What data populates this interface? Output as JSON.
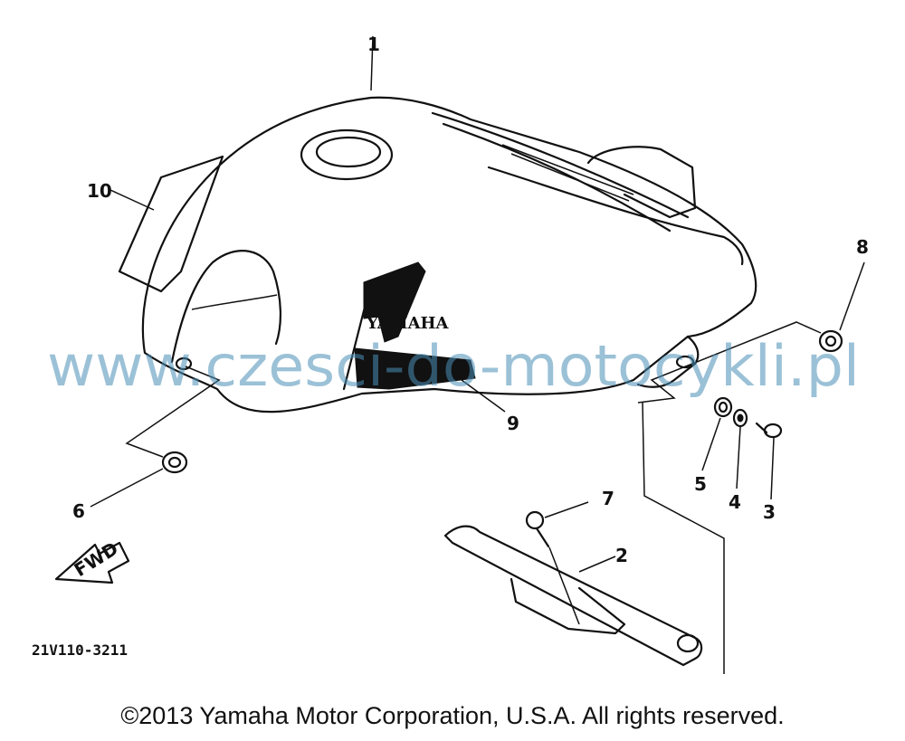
{
  "callouts": {
    "c1": "1",
    "c2": "2",
    "c3": "3",
    "c4": "4",
    "c5": "5",
    "c6": "6",
    "c7": "7",
    "c8": "8",
    "c9": "9",
    "c10": "10"
  },
  "tank_brand": "YAMAHA",
  "fwd_label": "FWD",
  "diagram_code": "21V110-3211",
  "watermark": "www.czesci-do-motocykli.pl",
  "copyright": "©2013 Yamaha Motor Corporation, U.S.A. All rights reserved."
}
